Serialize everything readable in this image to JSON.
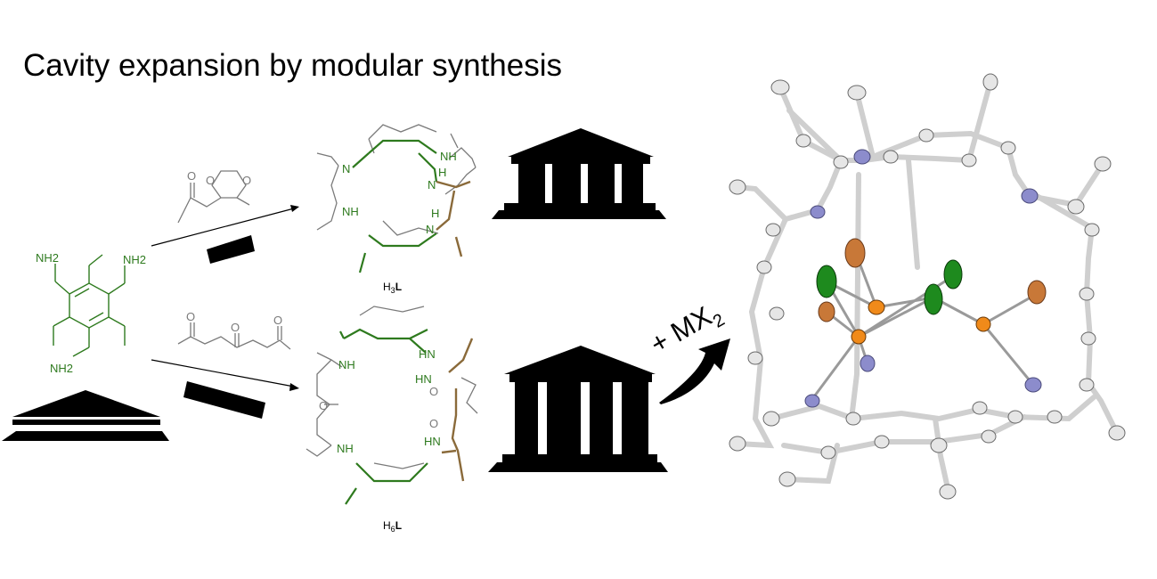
{
  "title": "Cavity expansion by modular synthesis",
  "colors": {
    "green": "#2e7a1e",
    "brown": "#8a6a3a",
    "gray": "#7a7a7a",
    "orange": "#e07a1a",
    "blue": "#8c8ccc",
    "darkgreen": "#1e6a1e"
  },
  "starting_amine": {
    "nh2_labels": [
      "NH2",
      "NH2",
      "NH2"
    ]
  },
  "products": [
    {
      "label_prefix": "H",
      "label_sub": "3",
      "label_bold": "L",
      "imine_label": "N",
      "amine_labels": [
        "NH",
        "NH",
        "H",
        "N",
        "H",
        "N"
      ]
    },
    {
      "label_prefix": "H",
      "label_sub": "6",
      "label_bold": "L",
      "amine_labels": [
        "NH",
        "HN",
        "HN",
        "NH",
        "HN"
      ],
      "carbonyl_labels": [
        "O",
        "O",
        "O"
      ]
    }
  ],
  "reagent_top": {
    "oxygens": [
      "O",
      "O",
      "O"
    ]
  },
  "reagent_bottom": {
    "oxygens": [
      "O",
      "O",
      "O"
    ]
  },
  "metalation": {
    "prefix": "+ MX",
    "subscript": "2"
  }
}
